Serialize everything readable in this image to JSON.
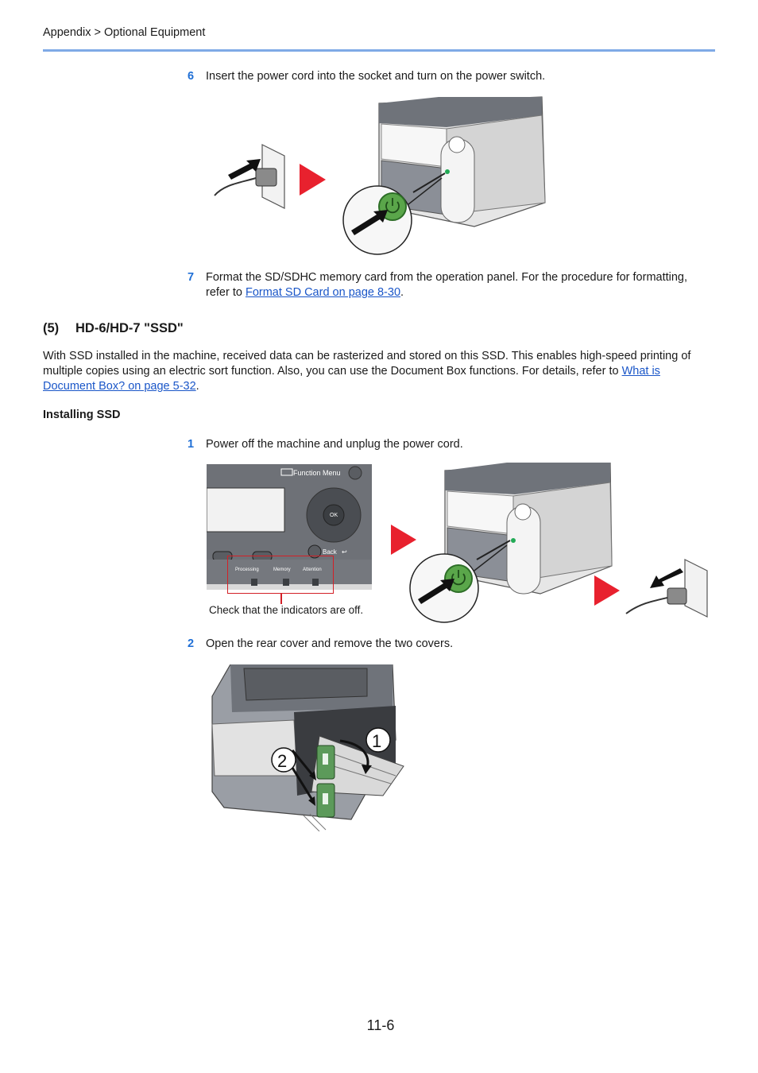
{
  "header": {
    "breadcrumb": "Appendix > Optional Equipment"
  },
  "steps_top": [
    {
      "num": "6",
      "text": "Insert the power cord into the socket and turn on the power switch."
    },
    {
      "num": "7",
      "text_before": "Format the SD/SDHC memory card from the operation panel. For the procedure for formatting, refer to ",
      "link": "Format SD Card on page 8-30",
      "text_after": "."
    }
  ],
  "section": {
    "label": "(5)",
    "title": "HD-6/HD-7 \"SSD\"",
    "para_before": "With SSD installed in the machine, received data can be rasterized and stored on this SSD. This enables high-speed printing of multiple copies using an electric sort function. Also, you can use the Document Box functions. For details, refer to ",
    "para_link": "What is Document Box? on page 5-32",
    "para_after": ".",
    "subheading": "Installing SSD"
  },
  "steps_bottom": [
    {
      "num": "1",
      "text": "Power off the machine and unplug the power cord."
    },
    {
      "num": "2",
      "text": "Open the rear cover and remove the two covers."
    }
  ],
  "panel": {
    "function_menu": "Function Menu",
    "ok": "OK",
    "back": "Back",
    "indicators": [
      "Processing",
      "Memory",
      "Attention"
    ],
    "caption": "Check that the indicators are off."
  },
  "callouts": [
    "1",
    "2"
  ],
  "page_number": "11-6",
  "colors": {
    "accent_blue": "#1f6fd6",
    "rule_blue": "#7faae6",
    "arrow_red": "#e8212e",
    "power_green": "#5aa64a",
    "cover_green": "#5c9a5a",
    "highlight_red": "#d32027"
  }
}
